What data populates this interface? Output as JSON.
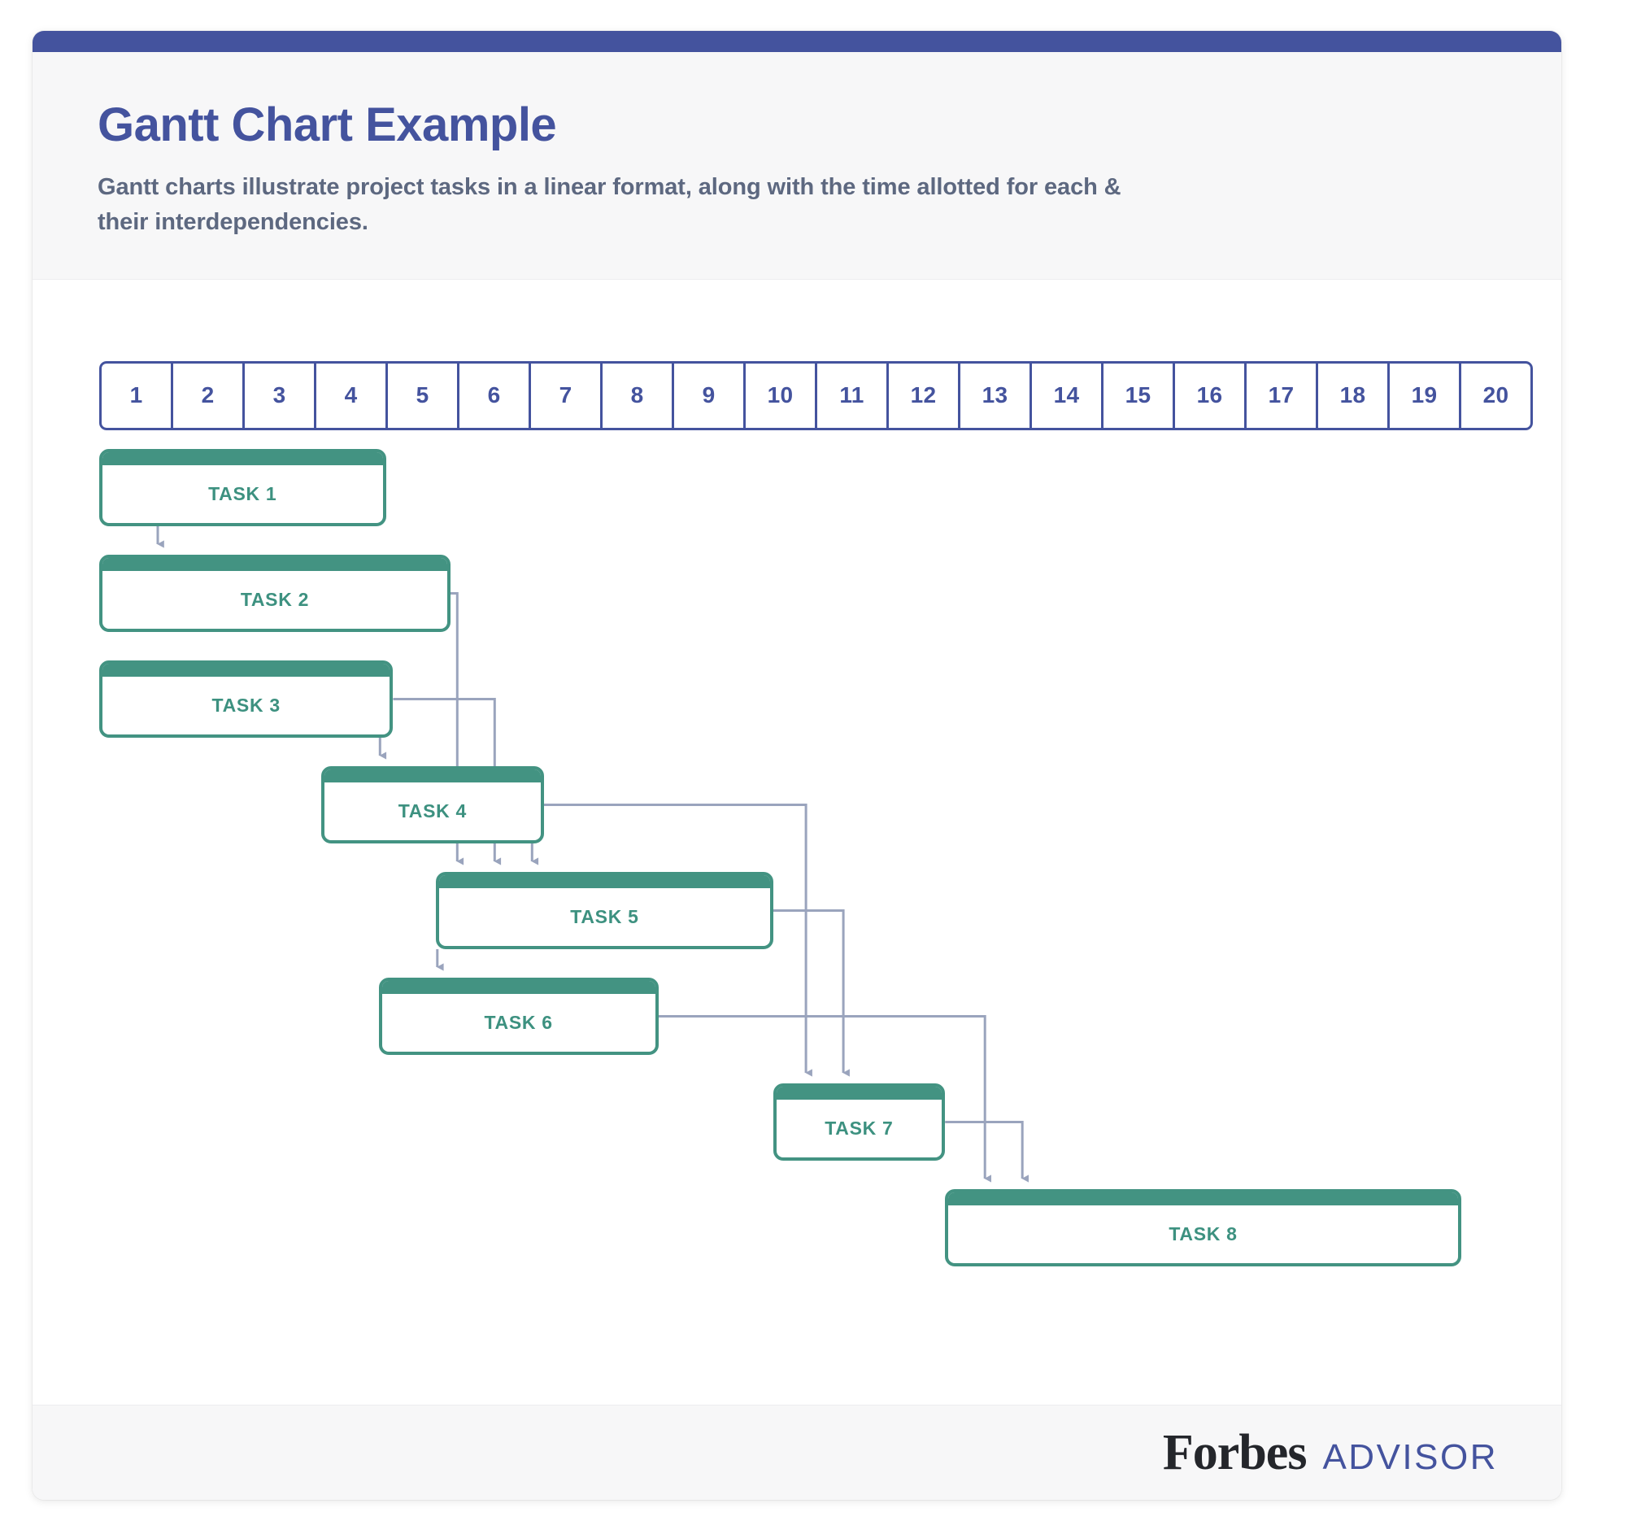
{
  "header": {
    "title": "Gantt Chart Example",
    "subtitle": "Gantt charts illustrate project tasks in a linear format, along with the time allotted for each & their interdependencies."
  },
  "footer": {
    "logo_forbes": "Forbes",
    "logo_advisor": "ADVISOR"
  },
  "colors": {
    "accent_blue": "#44539e",
    "task_green": "#439382",
    "task_text_green": "#3d9180",
    "connector_gray": "#9aa4bd",
    "header_bg": "#f7f7f8",
    "body_bg": "#ffffff"
  },
  "chart_data": {
    "type": "gantt",
    "title": "Gantt Chart Example",
    "xlabel": "",
    "ylabel": "",
    "time_unit": "period",
    "timeline_labels": [
      "1",
      "2",
      "3",
      "4",
      "5",
      "6",
      "7",
      "8",
      "9",
      "10",
      "11",
      "12",
      "13",
      "14",
      "15",
      "16",
      "17",
      "18",
      "19",
      "20"
    ],
    "xlim": [
      1,
      20
    ],
    "grid": true,
    "legend": "none",
    "tasks": [
      {
        "id": "task1",
        "label": "TASK 1",
        "start": 1.0,
        "end": 5.0,
        "duration": 4.0
      },
      {
        "id": "task2",
        "label": "TASK 2",
        "start": 1.0,
        "end": 5.9,
        "duration": 4.9
      },
      {
        "id": "task3",
        "label": "TASK 3",
        "start": 1.0,
        "end": 5.1,
        "duration": 4.1
      },
      {
        "id": "task4",
        "label": "TASK 4",
        "start": 4.1,
        "end": 7.2,
        "duration": 3.1
      },
      {
        "id": "task5",
        "label": "TASK 5",
        "start": 5.7,
        "end": 10.4,
        "duration": 4.7
      },
      {
        "id": "task6",
        "label": "TASK 6",
        "start": 4.9,
        "end": 8.8,
        "duration": 3.9
      },
      {
        "id": "task7",
        "label": "TASK 7",
        "start": 10.4,
        "end": 12.8,
        "duration": 2.4
      },
      {
        "id": "task8",
        "label": "TASK 8",
        "start": 12.8,
        "end": 20.0,
        "duration": 7.2
      }
    ],
    "dependencies": [
      {
        "from": "task1",
        "to": "task2",
        "type": "finish-to-start"
      },
      {
        "from": "task2",
        "to": "task5",
        "type": "finish-to-start"
      },
      {
        "from": "task3",
        "to": "task4",
        "type": "finish-to-start"
      },
      {
        "from": "task3",
        "to": "task5",
        "type": "finish-to-start"
      },
      {
        "from": "task4",
        "to": "task5",
        "type": "finish-to-start"
      },
      {
        "from": "task4",
        "to": "task7",
        "type": "finish-to-start"
      },
      {
        "from": "task5",
        "to": "task6",
        "type": "finish-to-start"
      },
      {
        "from": "task5",
        "to": "task7",
        "type": "finish-to-start"
      },
      {
        "from": "task6",
        "to": "task8",
        "type": "finish-to-start"
      },
      {
        "from": "task7",
        "to": "task8",
        "type": "finish-to-start"
      }
    ]
  }
}
